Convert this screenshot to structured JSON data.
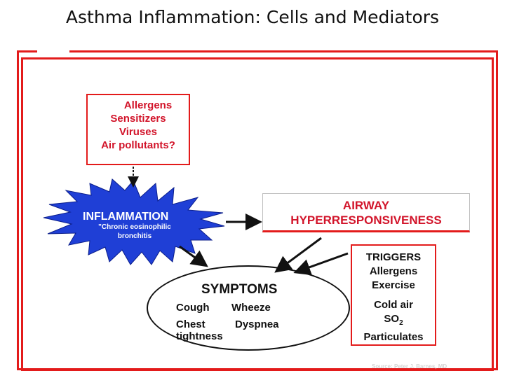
{
  "title": "Asthma Inflammation: Cells and Mediators",
  "causes": [
    "Allergens",
    "Sensitizers",
    "Viruses",
    "Air pollutants?"
  ],
  "inflammation": {
    "title": "INFLAMMATION",
    "subtitle": "\"Chronic eosinophilic bronchitis"
  },
  "airway": [
    "AIRWAY",
    "HYPERRESPONSIVENESS"
  ],
  "triggers": {
    "items": [
      "TRIGGERS",
      "Allergens",
      "Exercise",
      "Cold air"
    ],
    "so": "SO",
    "so_sub": "2",
    "last": "Particulates"
  },
  "symptoms": {
    "title": "SYMPTOMS",
    "items": [
      "Cough",
      "Wheeze",
      "Chest",
      "Dyspnea",
      "tightness"
    ]
  },
  "source": "Source: Peter J. Barnes, MD",
  "colors": {
    "frame": "#e31b1b",
    "causes_text": "#d2142a",
    "burst": "#1f3fd6"
  }
}
